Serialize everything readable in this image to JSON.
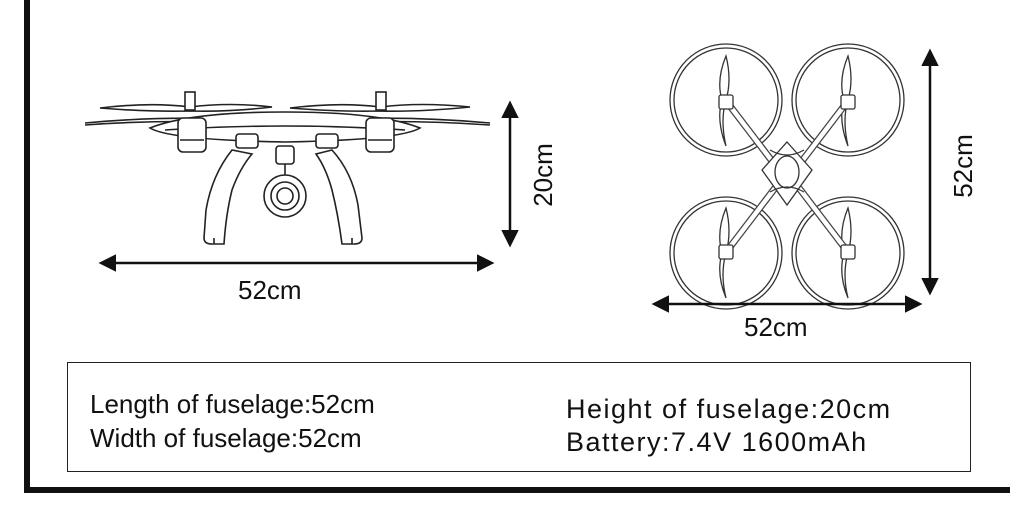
{
  "dimensions": {
    "side_width": "52cm",
    "side_height": "20cm",
    "top_width": "52cm",
    "top_length": "52cm"
  },
  "specs": {
    "left": [
      "Length of fuselage:52cm",
      "Width of fuselage:52cm"
    ],
    "right": [
      "Height of fuselage:20cm",
      "Battery:7.4V 1600mAh"
    ]
  },
  "colors": {
    "ink": "#111111",
    "border": "#222222",
    "background": "#ffffff"
  }
}
